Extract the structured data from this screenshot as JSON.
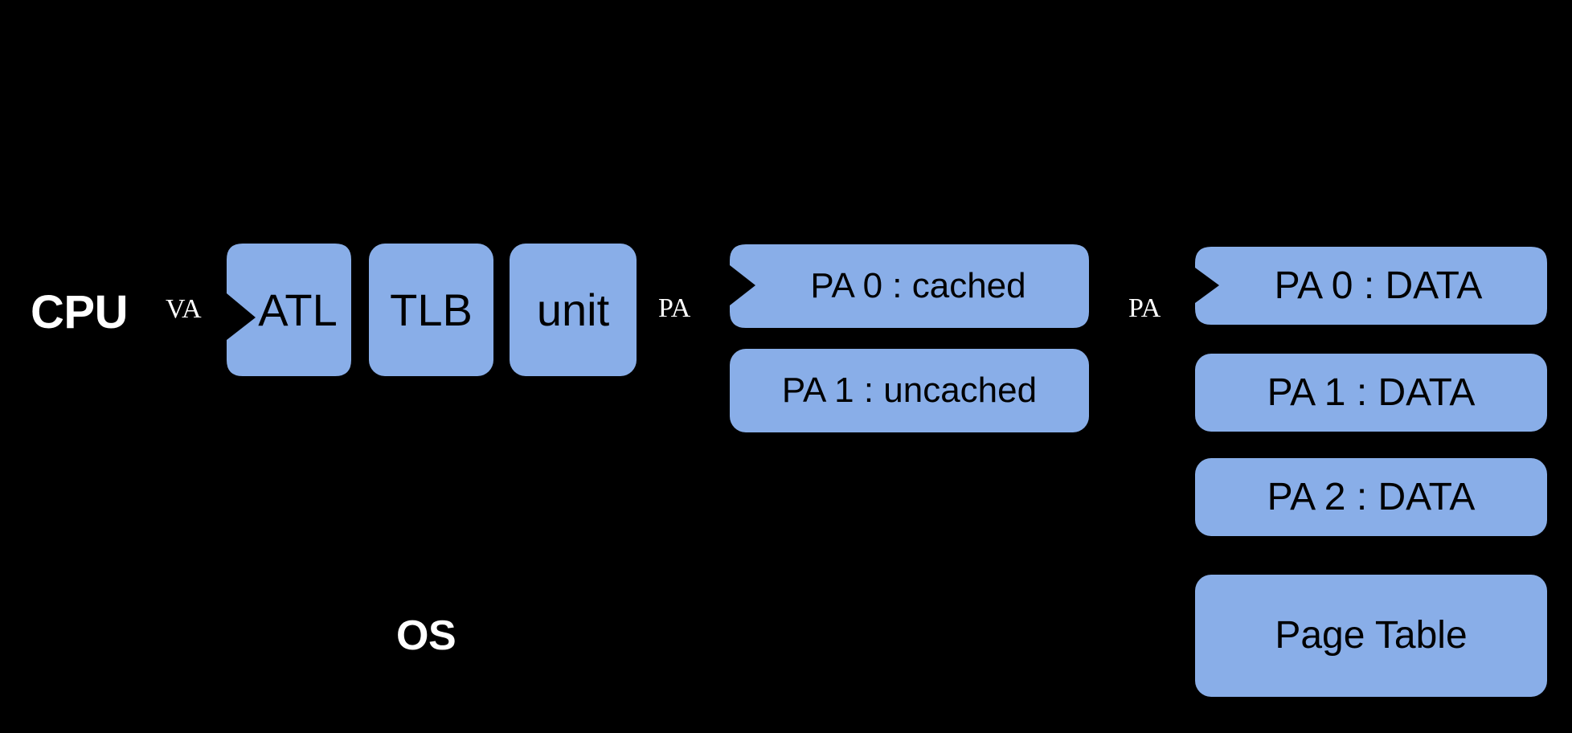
{
  "diagram": {
    "title": "CPU address translation and memory map",
    "background_color": "#000000",
    "box_fill_color": "#89AEE8",
    "box_text_color": "#000000",
    "caption_color": "#FFFFFF",
    "edge_label_color": "#FFFFFF"
  },
  "captions": {
    "cpu": "CPU",
    "os": "OS"
  },
  "edge_labels": {
    "va": "VA",
    "pa_mid": "PA",
    "pa_right": "PA"
  },
  "pipeline": {
    "atl": "ATL",
    "tlb": "TLB",
    "unit": "unit"
  },
  "cache_column": {
    "entry_0": "PA 0 : cached",
    "entry_1": "PA 1 : uncached"
  },
  "memory_column": {
    "entry_0": "PA 0 : DATA",
    "entry_1": "PA 1 : DATA",
    "entry_2": "PA 2 : DATA",
    "page_table": "Page Table"
  }
}
